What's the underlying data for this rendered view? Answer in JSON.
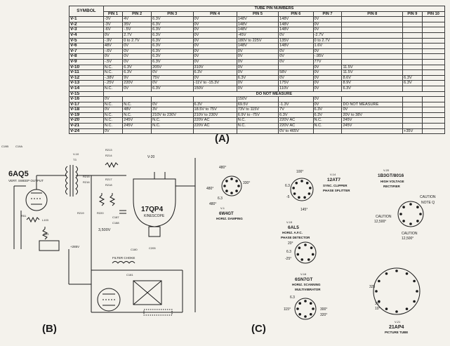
{
  "table": {
    "title": "TUBE PIN NUMBERS",
    "symbol_header": "SYMBOL",
    "pin_headers": [
      "PIN 1",
      "PIN 2",
      "PIN 3",
      "PIN 4",
      "PIN 5",
      "PIN 6",
      "PIN 7",
      "PIN 8",
      "PIN 9",
      "PIN 10"
    ],
    "rows": [
      [
        "V-1",
        "-3V",
        "4V",
        "6.3V",
        "0V",
        "148V",
        "148V",
        "0V",
        "",
        "",
        ""
      ],
      [
        "V-2",
        "-3V",
        "35V",
        "6.3V",
        "0V",
        "148V",
        "148V",
        "0V",
        "",
        "",
        ""
      ],
      [
        "V-3",
        "-6V",
        "-.5V",
        "6.3V",
        "0V",
        "148V",
        "148V",
        "0V",
        "",
        "",
        ""
      ],
      [
        "V-4",
        "0V",
        "2.7V",
        "6.3V",
        "0V",
        "-45V",
        "0V",
        "-2.7V",
        "",
        "",
        ""
      ],
      [
        "V-5",
        "-.9V",
        "0 to 2.7V",
        "6.3V",
        "0V",
        "180V to 225V",
        "135V",
        "0 to 2.7V",
        "",
        "",
        ""
      ],
      [
        "V-6",
        "48V",
        "0V",
        "6.3V",
        "0V",
        "148V",
        "148V",
        "1.6V",
        "",
        "",
        ""
      ],
      [
        "V-7",
        "-.6V",
        "0V",
        "6.3V",
        "0V",
        "0V",
        "0V",
        "0V",
        "",
        "",
        ""
      ],
      [
        "V-8",
        "0V",
        "0V",
        "6.3V",
        "0V",
        "0V",
        "0V",
        "-.95V",
        "",
        "",
        ""
      ],
      [
        "V-9",
        "-.5V",
        "0V",
        "6.3V",
        "0V",
        "0V",
        "0V",
        "77V",
        "",
        "",
        ""
      ],
      [
        "V-10",
        "N.C.",
        "6.3V",
        "205V",
        "310V",
        "0V",
        "",
        "0V",
        "11.5V",
        "",
        ""
      ],
      [
        "V-11",
        "N.C.",
        "6.3V",
        "0V",
        "6.3V",
        "0V",
        "58V",
        "0V",
        "11.5V",
        "",
        ""
      ],
      [
        "V-12",
        "-.38V",
        "9V",
        "75V",
        "0V",
        "6.3V",
        "0V",
        "0V",
        "8.6V",
        "6.3V",
        ""
      ],
      [
        "V-13",
        "-.25V",
        "220V",
        "0V",
        "-11V to -15.3V",
        "0V",
        "175V",
        "0V",
        "8.9V",
        "6.3V",
        ""
      ],
      [
        "V-14",
        "N.C.",
        "0V",
        "6.3V",
        "150V",
        "0V",
        "110V",
        "0V",
        "6.3V",
        "",
        ""
      ],
      [
        "V-15",
        "DO NOT MEASURE",
        "",
        "",
        "",
        "",
        "",
        "",
        "",
        "",
        ""
      ],
      [
        "V-16",
        "0V",
        "",
        "",
        "",
        "150V",
        "",
        "0V",
        "",
        "",
        ""
      ],
      [
        "V-17",
        "N.C.",
        "N.C.",
        "0V",
        "6.3V",
        "69.5V",
        "-1.3V",
        "0V",
        "DO NOT MEASURE",
        "",
        ""
      ],
      [
        "V-18",
        "0V",
        "48V",
        "3V",
        "18.5V to 75V",
        "73V to 115V",
        "7V",
        "6.3V",
        "0V",
        "",
        ""
      ],
      [
        "V-19",
        "N.C.",
        "N.C.",
        "210V to 230V",
        "210V to 230V",
        "6.9V to -75V",
        "6.3V",
        "6.3V",
        "20V to 38V",
        "",
        ""
      ],
      [
        "V-20",
        "N.C.",
        "245V",
        "N.C.",
        "220V AC",
        "N.C.",
        "220V AC",
        "N.C.",
        "245V",
        "",
        ""
      ],
      [
        "V-21",
        "N.C.",
        "245V",
        "N.C.",
        "220V AC",
        "N.C.",
        "220V AC",
        "N.C.",
        "245V",
        "",
        ""
      ],
      [
        "V-24",
        "0V",
        "",
        "",
        "",
        "",
        "0V to 465V",
        "",
        "",
        "+35V",
        ""
      ]
    ]
  },
  "labels": {
    "a": "(A)",
    "b": "(B)",
    "c": "(C)"
  },
  "schematic": {
    "tube_output": "6AQ5",
    "tube_output_desc": "VERT. SWEEP OUTPUT",
    "kinescope": "17QP4",
    "kinescope_desc": "KINESCOPE",
    "kinescope_ref": "V-20",
    "supply_label": "3,500V",
    "choke": "FILTER CHOKE",
    "rec": "+285V",
    "parts": [
      "C19B",
      "C19A",
      "R213",
      "R214",
      "R215",
      "R216",
      "R217",
      "R218",
      "C187",
      "C188",
      "C205",
      "C180",
      "C181",
      "R219",
      "R220",
      "T3",
      "V-10",
      "L103",
      "R51",
      "R53"
    ]
  },
  "sockets": {
    "s1": {
      "ref": "V-1",
      "type": "6W4GT",
      "desc": "HORIZ. DAMPING",
      "v1": "480°",
      "v2": "330°",
      "v3": "480°",
      "v4": "6.3",
      "v5": "480°"
    },
    "s2": {
      "ref": "V-14",
      "type": "12AT7",
      "desc1": "SYNC. CLIPPER",
      "desc2": "PHASE SPLITTER",
      "v1": "100°",
      "v2": "145°",
      "v3": "6.3",
      "v4": "-5"
    },
    "s3": {
      "ref": "V-20",
      "type": "1B3GT/8016",
      "desc1": "HIGH VOLTAGE",
      "desc2": "RECTIFIER",
      "caution1": "CAUTION",
      "note": "NOTE Q",
      "caution2": "CAUTION",
      "val2": "12,500°",
      "caution3": "CAUTION",
      "val3": "12,500°"
    },
    "s4": {
      "ref": "V-15",
      "type": "6AL5",
      "desc1": "HORIZ. A.F.C.",
      "desc2": "PHASE DETECTOR",
      "v1": "20°",
      "v2": "6.3",
      "v3": "-25°"
    },
    "s5": {
      "ref": "V-16",
      "type": "6SN7GT",
      "desc1": "HORIZ. SCANNING",
      "desc2": "MULTIVIBRATOR",
      "v1": "6.3",
      "v2": "115°",
      "v3": "300°",
      "v4": "320°"
    },
    "s6": {
      "ref": "V-21",
      "type": "21AP4",
      "desc": "PICTURE TUBE",
      "v1": "325",
      "v2": "30°",
      "v3": "10°"
    }
  }
}
